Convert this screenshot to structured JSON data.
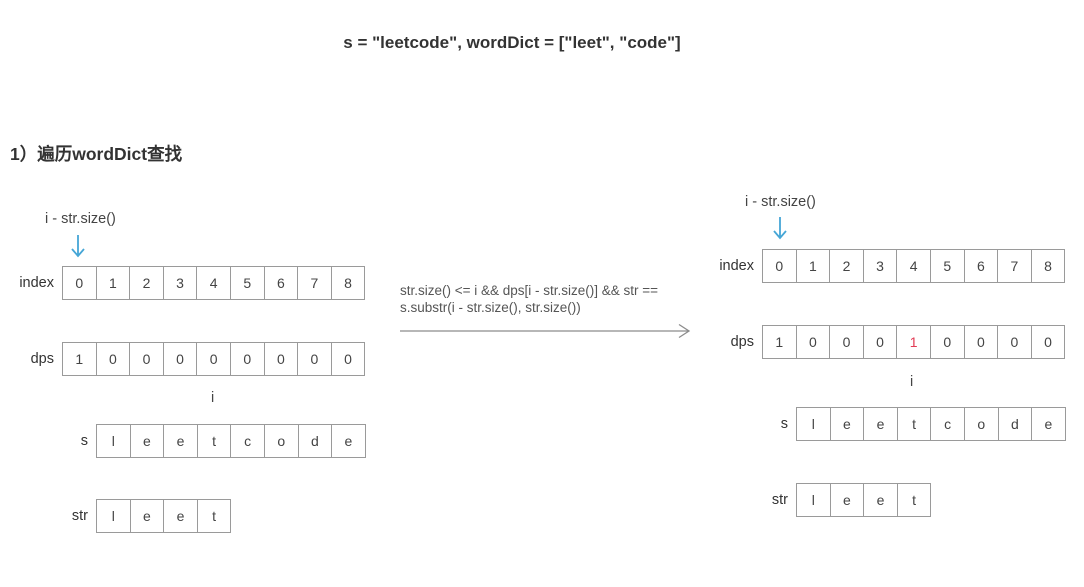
{
  "title": "s = \"leetcode\", wordDict = [\"leet\", \"code\"]",
  "section_heading": "1）遍历wordDict查找",
  "transition": {
    "condition_line1": "str.size() <= i && dps[i - str.size()] && str ==",
    "condition_line2": "s.substr(i - str.size(), str.size())"
  },
  "colors": {
    "pointer_arrow": "#45a6d6",
    "highlight_value": "#e23b55",
    "cell_border": "#9a9a9a",
    "transition_arrow": "#8c8c8c"
  },
  "left_diagram": {
    "pointer_label": "i - str.size()",
    "i_marker": "i",
    "rows": {
      "index": {
        "label": "index",
        "cells": [
          "0",
          "1",
          "2",
          "3",
          "4",
          "5",
          "6",
          "7",
          "8"
        ]
      },
      "dps": {
        "label": "dps",
        "cells": [
          "1",
          "0",
          "0",
          "0",
          "0",
          "0",
          "0",
          "0",
          "0"
        ]
      },
      "s": {
        "label": "s",
        "cells": [
          "l",
          "e",
          "e",
          "t",
          "c",
          "o",
          "d",
          "e"
        ]
      },
      "str": {
        "label": "str",
        "cells": [
          "l",
          "e",
          "e",
          "t"
        ]
      }
    }
  },
  "right_diagram": {
    "pointer_label": "i - str.size()",
    "i_marker": "i",
    "rows": {
      "index": {
        "label": "index",
        "cells": [
          "0",
          "1",
          "2",
          "3",
          "4",
          "5",
          "6",
          "7",
          "8"
        ]
      },
      "dps": {
        "label": "dps",
        "cells": [
          "1",
          "0",
          "0",
          "0",
          "1",
          "0",
          "0",
          "0",
          "0"
        ],
        "highlight_index": 4
      },
      "s": {
        "label": "s",
        "cells": [
          "l",
          "e",
          "e",
          "t",
          "c",
          "o",
          "d",
          "e"
        ]
      },
      "str": {
        "label": "str",
        "cells": [
          "l",
          "e",
          "e",
          "t"
        ]
      }
    }
  }
}
